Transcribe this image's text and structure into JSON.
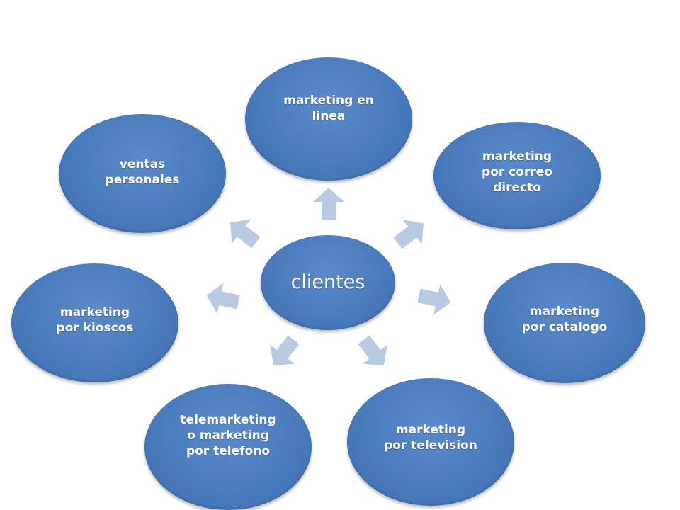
{
  "diagram": {
    "center": {
      "label": "clientes"
    },
    "nodes": [
      {
        "id": "linea",
        "label": "marketing en\nlinea"
      },
      {
        "id": "correo",
        "label": "marketing\npor correo\ndirecto"
      },
      {
        "id": "catal",
        "label": "marketing\npor catalogo"
      },
      {
        "id": "tv",
        "label": "marketing\npor television"
      },
      {
        "id": "tele",
        "label": "telemarketing\no marketing\npor telefono"
      },
      {
        "id": "kiosco",
        "label": "marketing\npor kioscos"
      },
      {
        "id": "ventas",
        "label": "ventas\npersonales"
      }
    ],
    "colors": {
      "node_fill": "#4f81bd",
      "arrow_fill": "#b8c9e2",
      "text": "#ffffff",
      "background": "#ffffff"
    }
  }
}
